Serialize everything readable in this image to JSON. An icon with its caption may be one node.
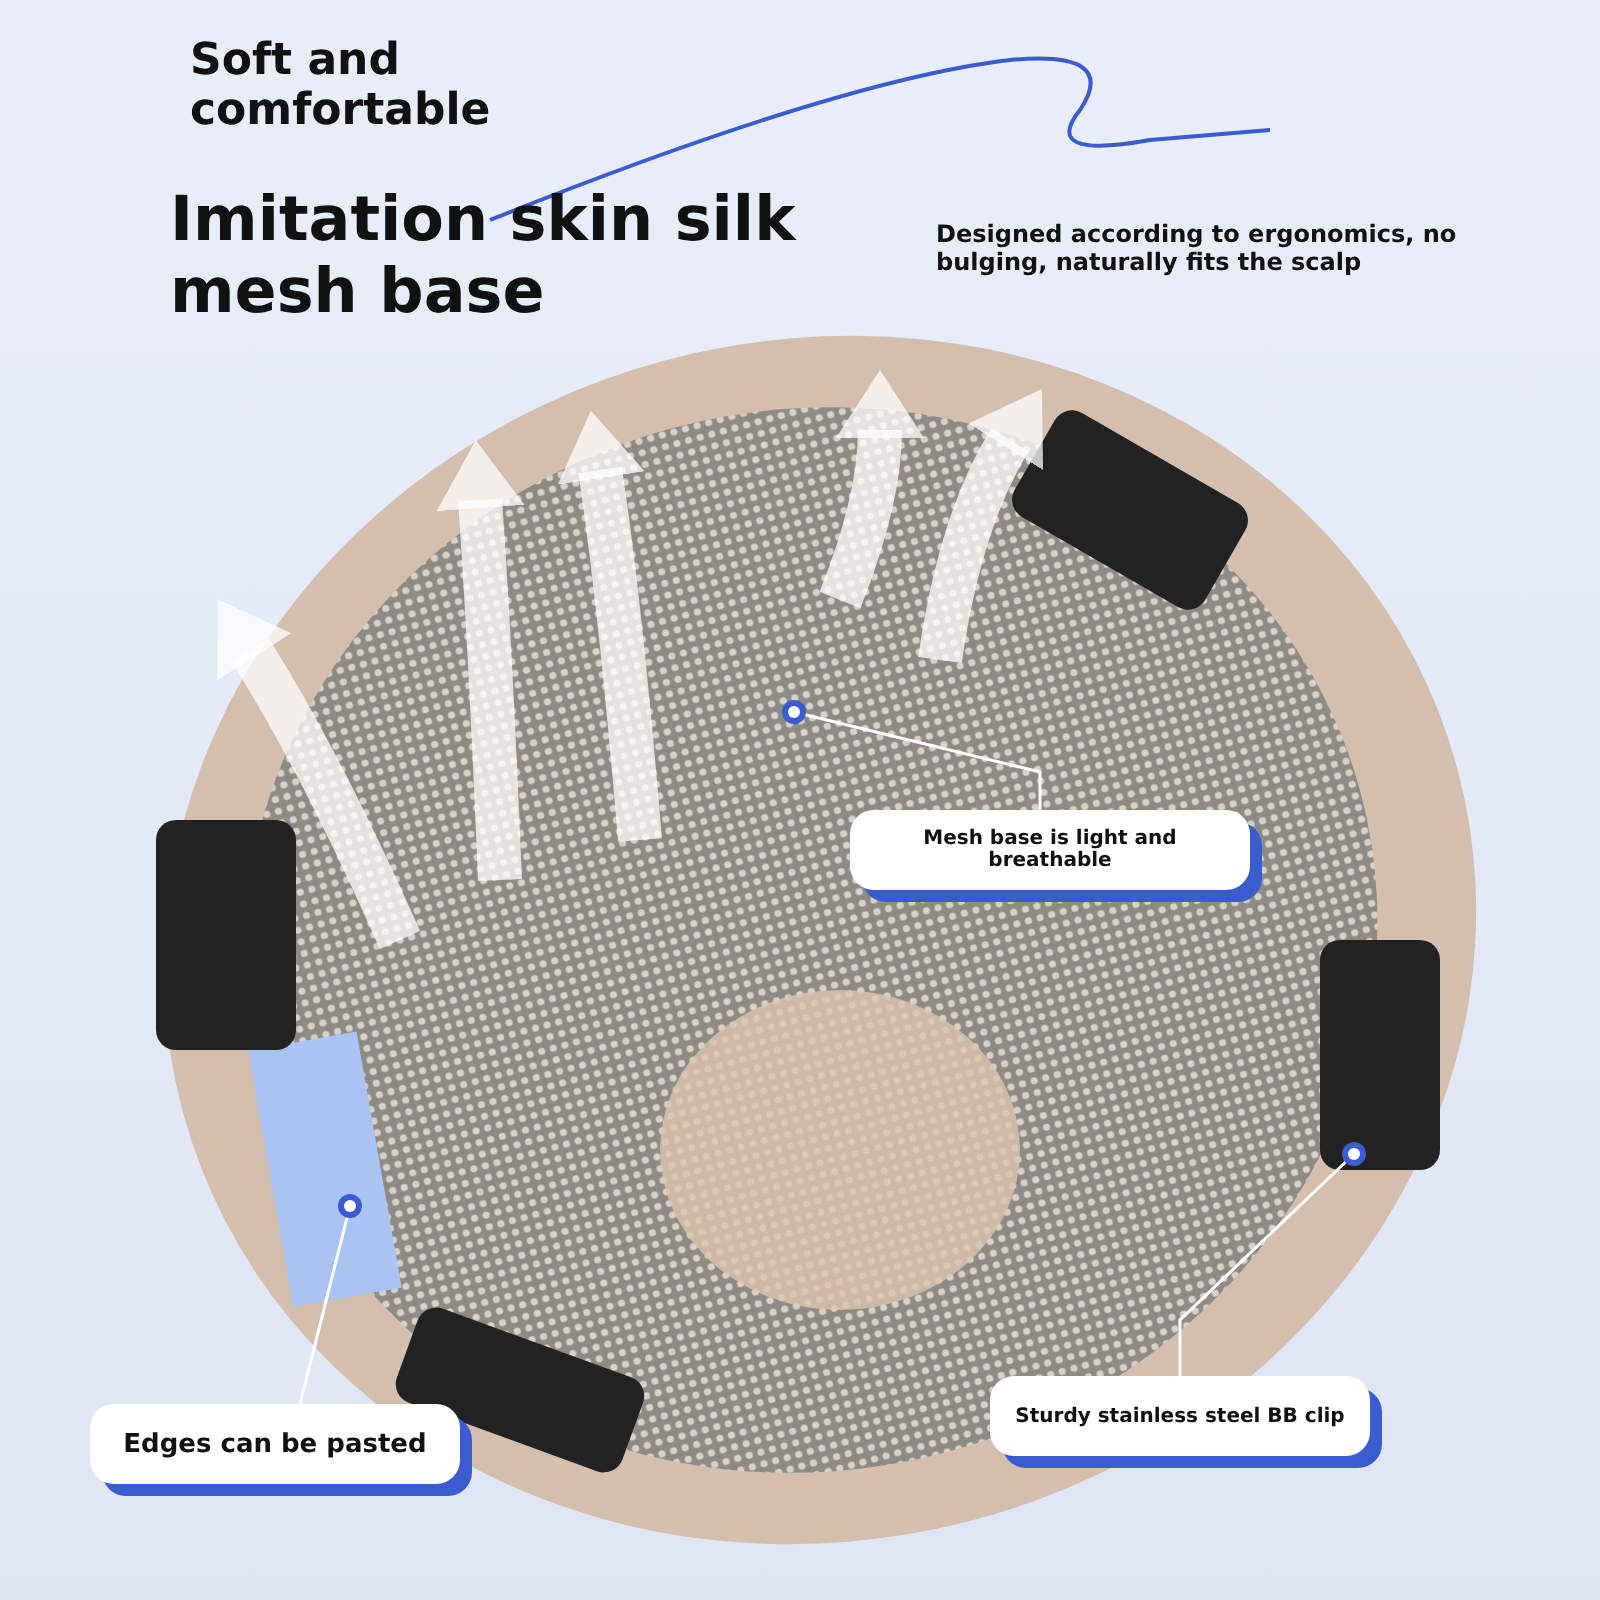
{
  "diagram": {
    "title": "Imitation skin silk mesh base",
    "nodes": [
      {
        "text": [
          "Mesh base is light and breathable"
        ]
      },
      {
        "text": [
          "Sturdy stainless steel BB clip"
        ]
      },
      {
        "text": [
          "Edges can be pasted"
        ]
      }
    ],
    "edges": [
      {
        "from": 0,
        "to": null,
        "arrow": "other"
      },
      {
        "from": 1,
        "to": null,
        "arrow": "other"
      },
      {
        "from": 2,
        "to": null,
        "arrow": "other"
      }
    ],
    "labels": [
      "Soft and comfortable",
      "Designed according to ergonomics, no bulging, naturally fits the scalp"
    ]
  }
}
